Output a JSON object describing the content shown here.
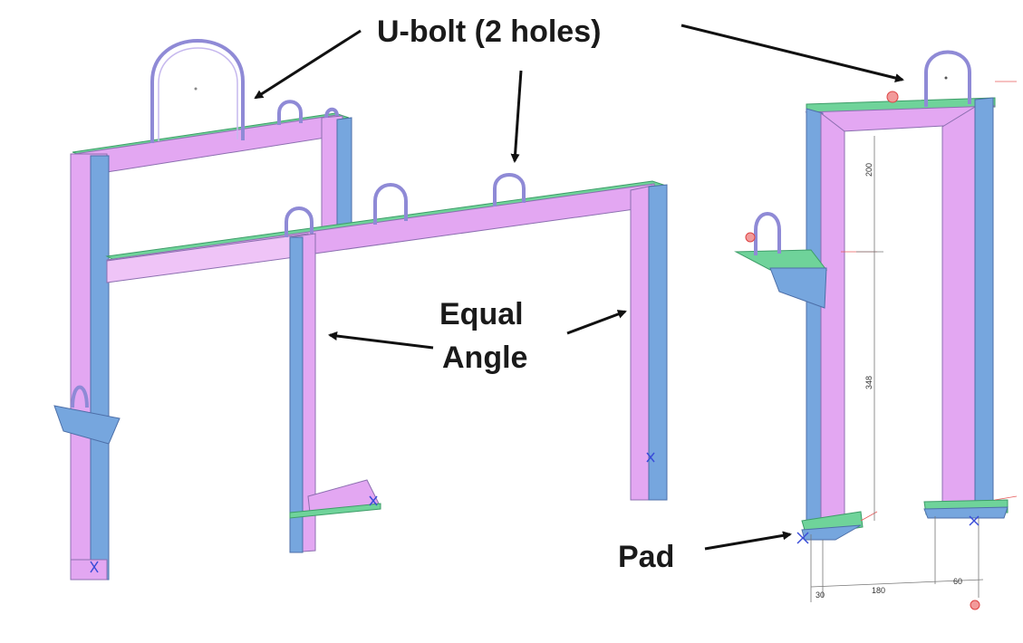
{
  "labels": {
    "ubolt": "U-bolt (2 holes)",
    "equal_angle_line1": "Equal",
    "equal_angle_line2": "Angle",
    "pad": "Pad"
  },
  "dimensions": {
    "d200": "200",
    "d348": "348",
    "d180": "180",
    "d60": "60",
    "d30": "30"
  },
  "colors": {
    "angle_face": "#e3a7f2",
    "angle_side": "#76a6de",
    "angle_top": "#6fd39a",
    "ubolt": "#8f8ad6"
  }
}
